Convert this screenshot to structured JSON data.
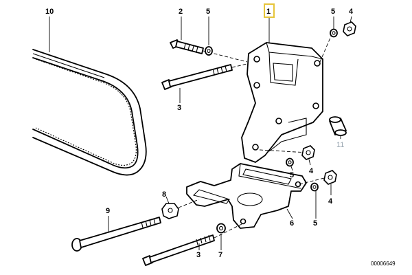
{
  "callouts": {
    "belt": "10",
    "bolt_top": "2",
    "washer_top_left": "5",
    "bracket_highlighted": "1",
    "washer_top_right": "5",
    "nut_top_right": "4",
    "long_bolt_top": "3",
    "washer_mid": "5",
    "nut_mid": "4",
    "bushing": "11",
    "washer_right": "5",
    "nut_right": "4",
    "spacer_nut": "8",
    "long_bolt_bottom": "9",
    "support_plate": "6",
    "bolt_bottom": "3",
    "washer_bottom": "7"
  },
  "reference_number": "00006649",
  "colors": {
    "highlight": "#e6c53a",
    "faded_label": "#9aa7b2",
    "line": "#000000",
    "background": "#ffffff"
  }
}
